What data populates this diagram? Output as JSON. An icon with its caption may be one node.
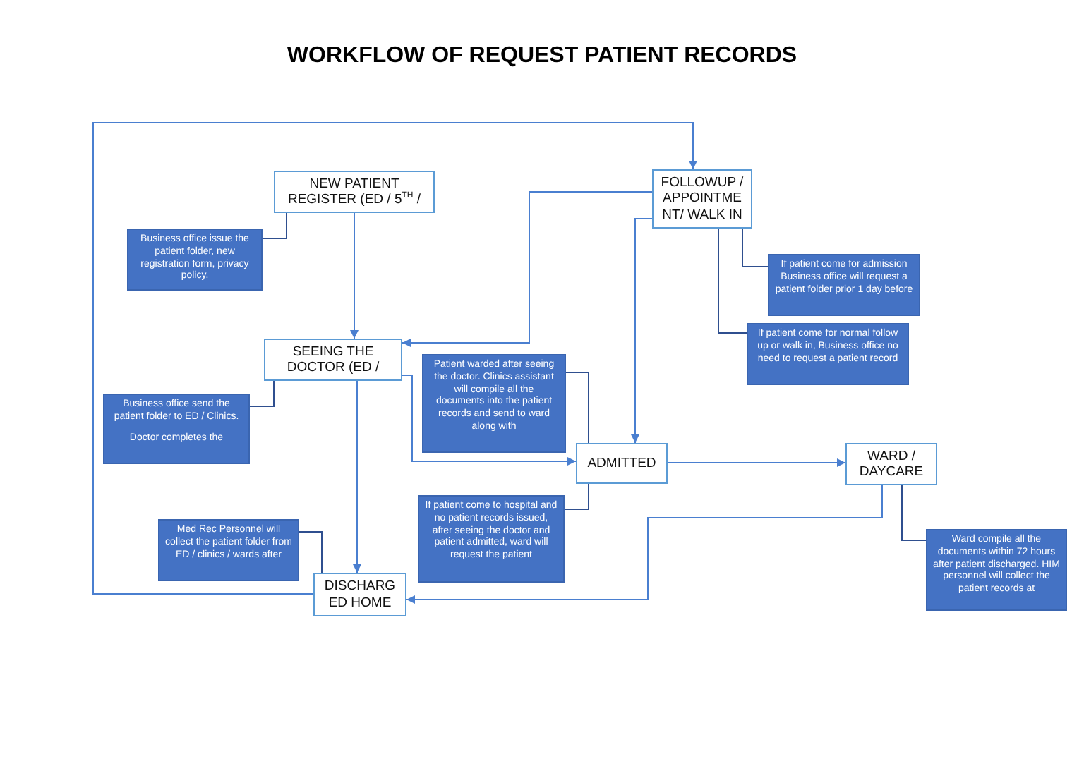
{
  "diagram": {
    "title": "WORKFLOW OF REQUEST PATIENT RECORDS",
    "nodes": [
      {
        "text": [
          "NEW PATIENT REGISTER (ED / 5$^{TH}$ /"
        ]
      },
      {
        "text": [
          "FOLLOWUP / APPOINTME NT/ WALK IN"
        ]
      },
      {
        "text": [
          "Business office issue the patient folder, new registration form, privacy policy."
        ]
      },
      {
        "text": [
          "SEEING THE DOCTOR (ED /"
        ]
      },
      {
        "text": [
          "Patient warded after seeing the doctor. Clinics assistant will compile all the documents into the patient records and send to ward along with"
        ]
      },
      {
        "text": [
          "If patient come for admission Business office will request a patient folder prior 1 day before"
        ]
      },
      {
        "text": [
          "If patient come for normal follow up or walk in, Business office no need to request a patient record"
        ]
      },
      {
        "text": [
          "Business office send the patient folder to ED / Clinics.",
          "Doctor completes the"
        ]
      },
      {
        "text": [
          "ADMITTED"
        ]
      },
      {
        "text": [
          "WARD / DAYCARE"
        ]
      },
      {
        "text": [
          "If patient come to hospital and no patient records issued, after seeing the doctor and patient admitted, ward will request the patient"
        ]
      },
      {
        "text": [
          "Med Rec Personnel will collect the patient folder from ED / clinics / wards after"
        ]
      },
      {
        "text": [
          "DISCHARG ED HOME"
        ]
      },
      {
        "text": [
          "Ward compile all the documents within 72 hours after patient discharged. HIM personnel will collect the patient records at"
        ]
      }
    ],
    "edges": [
      {
        "from": 12,
        "to": 1,
        "arrow": "to"
      },
      {
        "from": 0,
        "to": 3,
        "arrow": "to"
      },
      {
        "from": 1,
        "to": 3,
        "arrow": "to"
      },
      {
        "from": 1,
        "to": 8,
        "arrow": "to"
      },
      {
        "from": 3,
        "to": 8,
        "arrow": "to"
      },
      {
        "from": 3,
        "to": 12,
        "arrow": "to"
      },
      {
        "from": 8,
        "to": 9,
        "arrow": "to"
      },
      {
        "from": 9,
        "to": 12,
        "arrow": "to"
      },
      {
        "from": 2,
        "to": 0,
        "arrow": "none"
      },
      {
        "from": 7,
        "to": 3,
        "arrow": "none"
      },
      {
        "from": 4,
        "to": 8,
        "arrow": "none"
      },
      {
        "from": 10,
        "to": 8,
        "arrow": "none"
      },
      {
        "from": 11,
        "to": 12,
        "arrow": "none"
      },
      {
        "from": 5,
        "to": 1,
        "arrow": "none"
      },
      {
        "from": 6,
        "to": 1,
        "arrow": "none"
      },
      {
        "from": 13,
        "to": 9,
        "arrow": "none"
      }
    ]
  }
}
